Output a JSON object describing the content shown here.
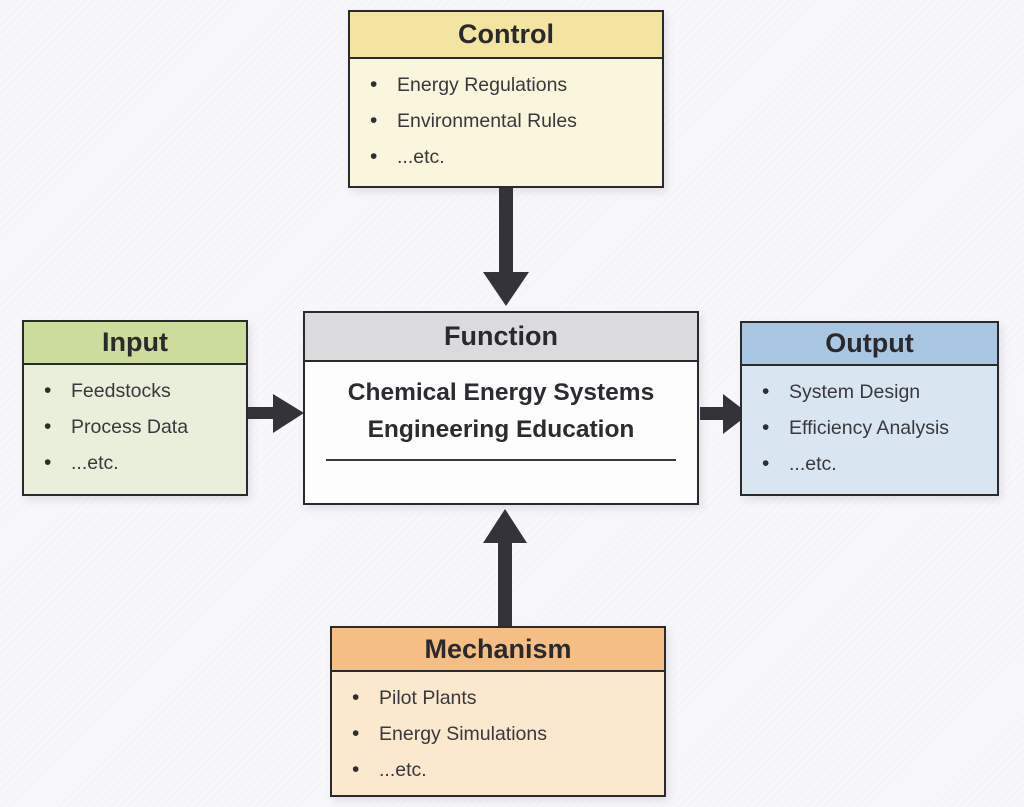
{
  "bullet_glyph": "•",
  "boxes": {
    "control": {
      "title": "Control",
      "items": [
        "Energy Regulations",
        "Environmental Rules",
        "...etc."
      ]
    },
    "input": {
      "title": "Input",
      "items": [
        "Feedstocks",
        "Process Data",
        "...etc."
      ]
    },
    "function": {
      "title": "Function",
      "line1": "Chemical Energy Systems",
      "line2": "Engineering Education"
    },
    "output": {
      "title": "Output",
      "items": [
        "System Design",
        "Efficiency Analysis",
        "...etc."
      ]
    },
    "mechanism": {
      "title": "Mechanism",
      "items": [
        "Pilot Plants",
        "Energy Simulations",
        "...etc."
      ]
    }
  },
  "colors": {
    "background": "#f8f7fa",
    "border": "#2a2a2d",
    "arrow": "#343339",
    "control_header": "#f3e4a2",
    "control_body": "#faf5dd",
    "input_header": "#cbdc9c",
    "input_body": "#eaefdb",
    "function_header": "#dbdbdd",
    "function_body": "#fdfdfe",
    "output_header": "#a9c7e3",
    "output_body": "#d9e6f1",
    "mechanism_header": "#f4be84",
    "mechanism_body": "#fae8cf"
  }
}
